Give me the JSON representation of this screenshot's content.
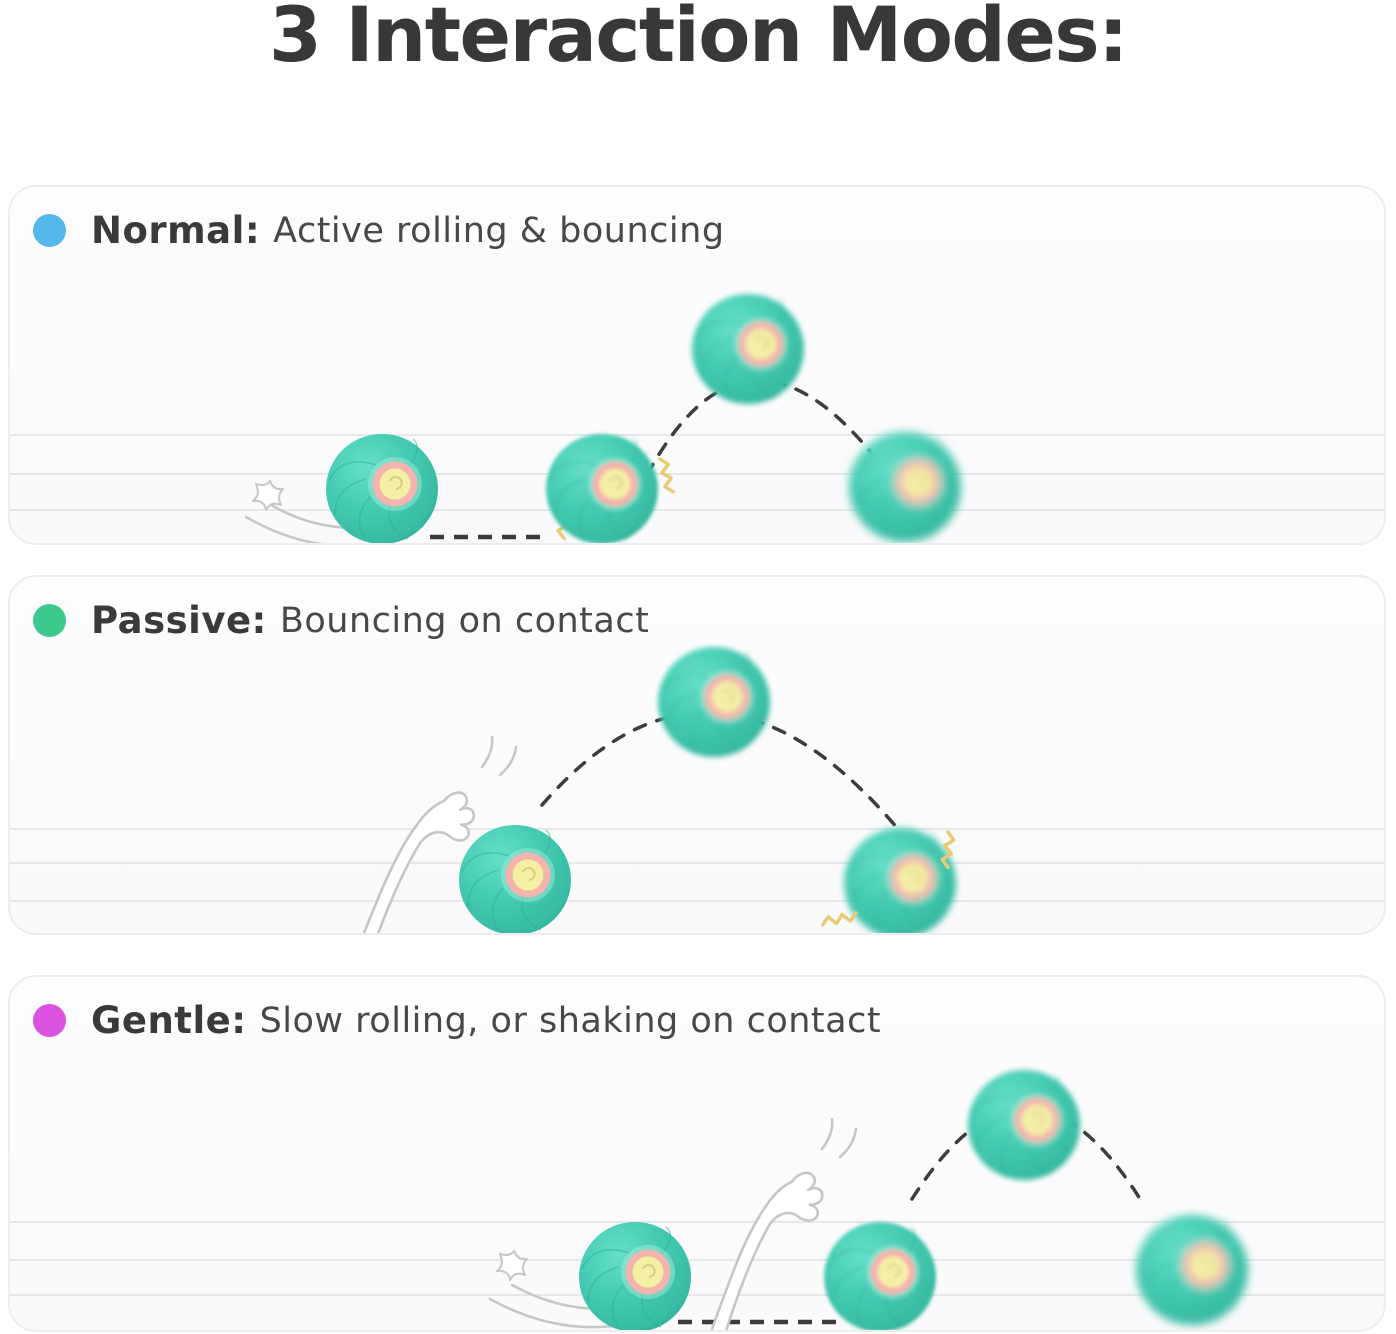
{
  "title": "3 Interaction Modes:",
  "panels": [
    {
      "id": "normal",
      "mode": "Normal:",
      "description": "Active rolling & bouncing",
      "dot_color": "#55B8EA"
    },
    {
      "id": "passive",
      "mode": "Passive:",
      "description": "Bouncing on contact",
      "dot_color": "#3DC98D"
    },
    {
      "id": "gentle",
      "mode": "Gentle:",
      "description": "Slow rolling, or shaking on contact",
      "dot_color": "#DB52E1"
    }
  ],
  "colors": {
    "title_text": "#383838",
    "body_text": "#484848",
    "ball_teal": "#45CBB2",
    "lens_ring_pink": "#F4B3AE",
    "lens_center_yellow": "#F3F0A4",
    "trajectory_dash": "#3C3C3C",
    "impact_squiggle": "#EACB74",
    "sketch_line": "#C7C7C7",
    "floor_line": "#E7E7E8",
    "panel_border": "#EDEDEF",
    "panel_bg": "#FCFCFD"
  }
}
